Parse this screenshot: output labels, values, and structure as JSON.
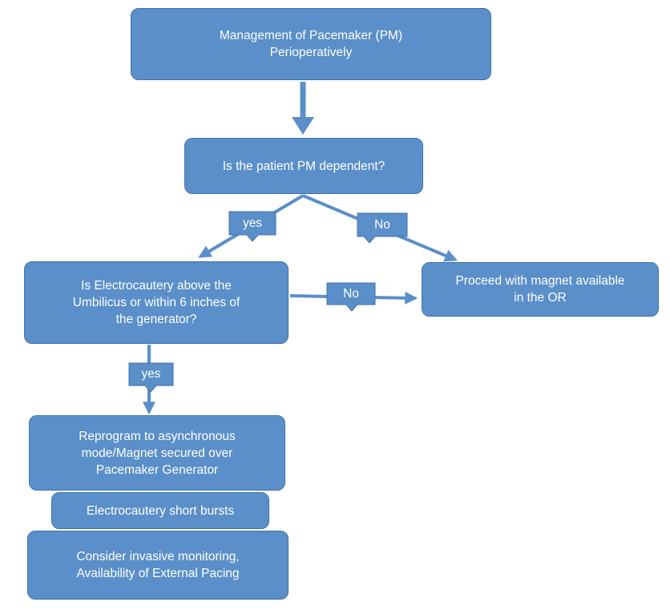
{
  "colors": {
    "box_fill": "#5a8fc9",
    "box_border": "#3f73ab",
    "text": "#ffffff",
    "connector": "#5a8fc9"
  },
  "nodes": {
    "title": "Management of Pacemaker (PM)\nPerioperatively",
    "q_pm_dependent": "Is the patient PM dependent?",
    "q_electrocautery": "Is Electrocautery above the\nUmbilicus or within 6 inches of\nthe generator?",
    "proceed_magnet": "Proceed with magnet available\nin the OR",
    "reprogram": "Reprogram to asynchronous\nmode/Magnet secured over\nPacemaker Generator",
    "short_bursts": "Electrocautery short bursts",
    "invasive_monitoring": "Consider invasive monitoring,\nAvailability of External Pacing"
  },
  "edge_labels": {
    "yes_1": "yes",
    "no_1": "No",
    "no_2": "No",
    "yes_2": "yes"
  }
}
